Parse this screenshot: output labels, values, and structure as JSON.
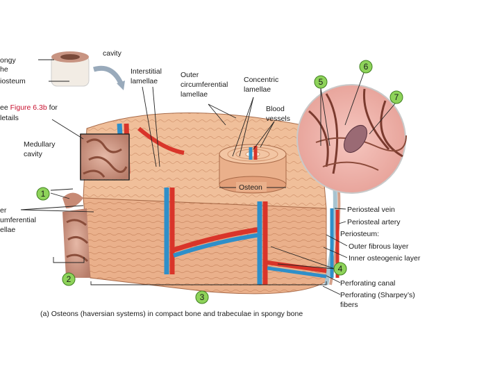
{
  "labels": {
    "spongy_top": "ongy",
    "spongy_he": "he",
    "periosteum_top": "iosteum",
    "cavity_top": "cavity",
    "see_prefix": "ee ",
    "see_ref": "Figure 6.3b",
    "see_suffix": " for",
    "see_details": "letails",
    "medullary_1": "Medullary",
    "medullary_2": "cavity",
    "interstitial_1": "Interstitial",
    "interstitial_2": "lamellae",
    "outer_circ_1": "Outer",
    "outer_circ_2": "circumferential",
    "outer_circ_3": "lamellae",
    "concentric_1": "Concentric",
    "concentric_2": "lamellae",
    "blood_1": "Blood",
    "blood_2": "vessels",
    "osteon": "Osteon",
    "inner_circ_1": "er",
    "inner_circ_2": "umferential",
    "inner_circ_3": "ellae",
    "periosteal_vein": "Periosteal vein",
    "periosteal_artery": "Periosteal artery",
    "periosteum": "Periosteum:",
    "outer_fibrous": "Outer fibrous layer",
    "inner_osteogenic": "Inner osteogenic layer",
    "perforating_canal": "Perforating canal",
    "sharpey_1": "Perforating (Sharpey’s)",
    "sharpey_2": "fibers"
  },
  "callouts": [
    "1",
    "2",
    "3",
    "4",
    "5",
    "6",
    "7"
  ],
  "caption": "(a) Osteons (haversian systems) in compact bone and trabeculae in spongy bone",
  "colors": {
    "bone": "#e8a77f",
    "bone_dark": "#cf8a62",
    "artery": "#d9352a",
    "vein": "#2f8fc9",
    "callout_fill": "#8ed35a",
    "callout_stroke": "#3f7f1f",
    "reference_text": "#c8102e"
  }
}
